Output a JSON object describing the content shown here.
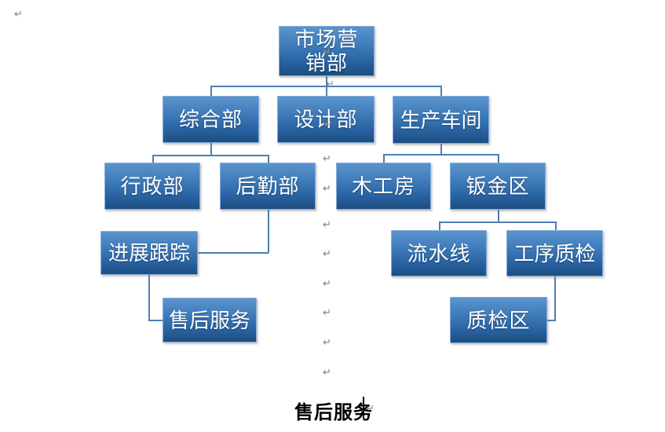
{
  "document": {
    "background": "#ffffff",
    "trailing_text": "售后服务",
    "paragraph_mark_glyph": "↵"
  },
  "org_chart": {
    "type": "org-hierarchy",
    "colors": {
      "node_fill_top": "#5b94ce",
      "node_fill_bottom": "#1d4e80",
      "node_border": "#86add8",
      "node_text": "#ffffff",
      "connector": "#4d7eb5",
      "formatting_mark": "#7f7f7f",
      "inline_mark": "#a39263"
    },
    "nodes": [
      {
        "id": "marketing-dept",
        "label": "市场营销部"
      },
      {
        "id": "general-dept",
        "label": "综合部"
      },
      {
        "id": "design-dept",
        "label": "设计部"
      },
      {
        "id": "production-workshop",
        "label": "生产车间"
      },
      {
        "id": "admin-dept",
        "label": "行政部"
      },
      {
        "id": "logistics-dept",
        "label": "后勤部"
      },
      {
        "id": "woodworking-room",
        "label": "木工房"
      },
      {
        "id": "sheet-metal-area",
        "label": "钣金区"
      },
      {
        "id": "progress-tracking",
        "label": "进展跟踪"
      },
      {
        "id": "assembly-line",
        "label": "流水线"
      },
      {
        "id": "process-qc",
        "label": "工序质检"
      },
      {
        "id": "after-sales-service",
        "label": "售后服务"
      },
      {
        "id": "qc-area",
        "label": "质检区"
      }
    ],
    "edges": [
      [
        "市场营销部",
        "综合部"
      ],
      [
        "市场营销部",
        "设计部"
      ],
      [
        "市场营销部",
        "生产车间"
      ],
      [
        "综合部",
        "行政部"
      ],
      [
        "综合部",
        "后勤部"
      ],
      [
        "后勤部",
        "进展跟踪"
      ],
      [
        "进展跟踪",
        "售后服务"
      ],
      [
        "生产车间",
        "木工房"
      ],
      [
        "生产车间",
        "钣金区"
      ],
      [
        "钣金区",
        "流水线"
      ],
      [
        "钣金区",
        "工序质检"
      ],
      [
        "工序质检",
        "质检区"
      ]
    ]
  }
}
